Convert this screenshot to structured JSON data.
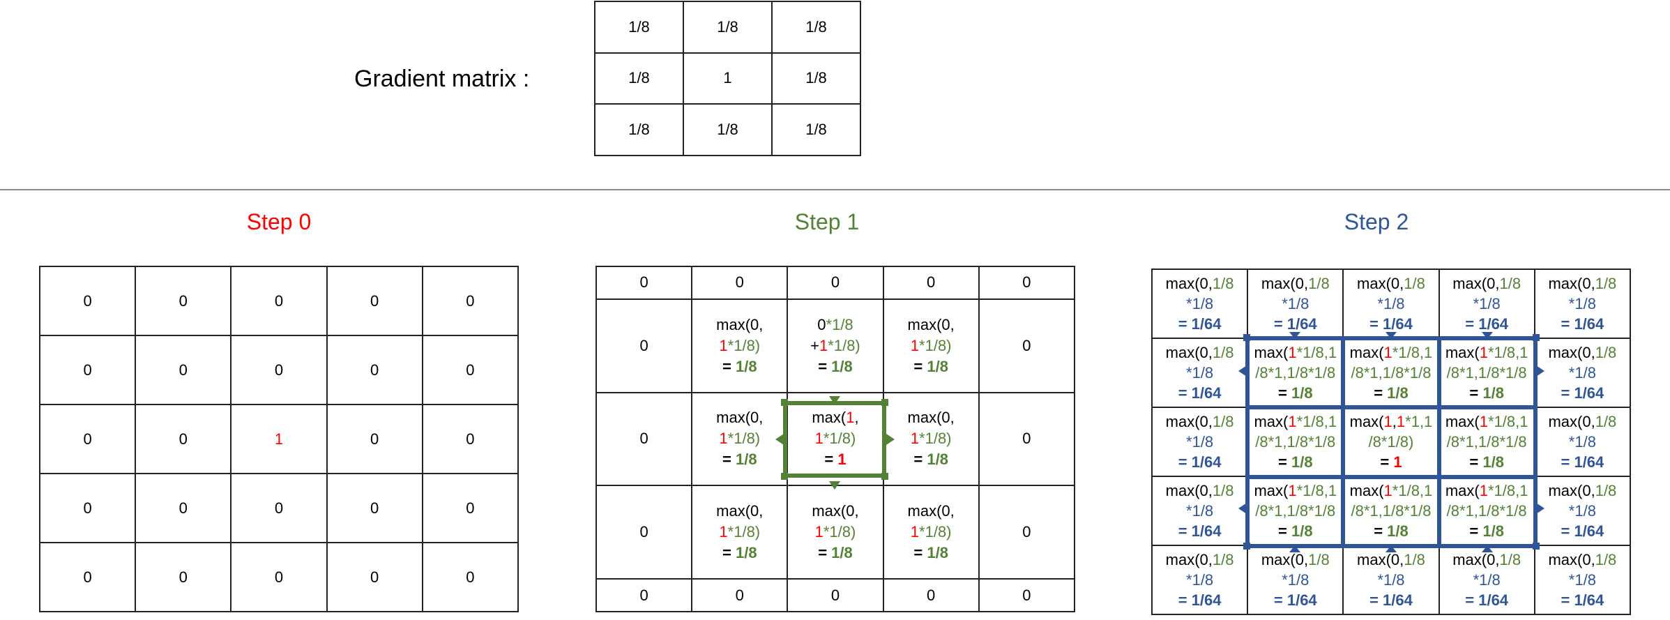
{
  "gradient_label": "Gradient matrix :",
  "gradient_matrix": [
    [
      "1/8",
      "1/8",
      "1/8"
    ],
    [
      "1/8",
      "1",
      "1/8"
    ],
    [
      "1/8",
      "1/8",
      "1/8"
    ]
  ],
  "step0": {
    "title": "Step 0",
    "cells": [
      [
        "0",
        "0",
        "0",
        "0",
        "0"
      ],
      [
        "0",
        "0",
        "0",
        "0",
        "0"
      ],
      [
        "0",
        "0",
        "1",
        "0",
        "0"
      ],
      [
        "0",
        "0",
        "0",
        "0",
        "0"
      ],
      [
        "0",
        "0",
        "0",
        "0",
        "0"
      ]
    ]
  },
  "step1": {
    "title": "Step 1",
    "corner_value": "0",
    "edge": {
      "l1a": "max(0,",
      "l2r": "1",
      "l2g": "*1/8)",
      "l3": "= ",
      "val": "1/8"
    },
    "top_center": {
      "l1a": "0",
      "l1g": "*1/8",
      "l2a": "+",
      "l2r": "1",
      "l2g": "*1/8)",
      "l3": "= ",
      "val": "1/8"
    },
    "center": {
      "l1a": "max(",
      "l1r": "1",
      "l1b": ",",
      "l2r": "1",
      "l2g": "*1/8)",
      "l3": "= ",
      "val": "1"
    }
  },
  "step2": {
    "title": "Step 2",
    "outer": {
      "l1a": "max(0,",
      "l1g": "1/8",
      "l2": "*1/8",
      "l3": "= ",
      "val": "1/64"
    },
    "inner": {
      "l1a": "max(",
      "l1r": "1",
      "l1b": "*1/8,1",
      "l2": "/8*1,1/8*1/8",
      "l3": "= ",
      "val": "1/8"
    },
    "center": {
      "l1a": "max(",
      "l1r1": "1",
      "l1b": ",",
      "l1r2": "1",
      "l1c": "*1,1",
      "l2": "/8*1/8)",
      "l3": "= ",
      "val": "1"
    }
  },
  "colors": {
    "step0": "#ff0000",
    "step1": "#548235",
    "step2": "#2f5597"
  }
}
